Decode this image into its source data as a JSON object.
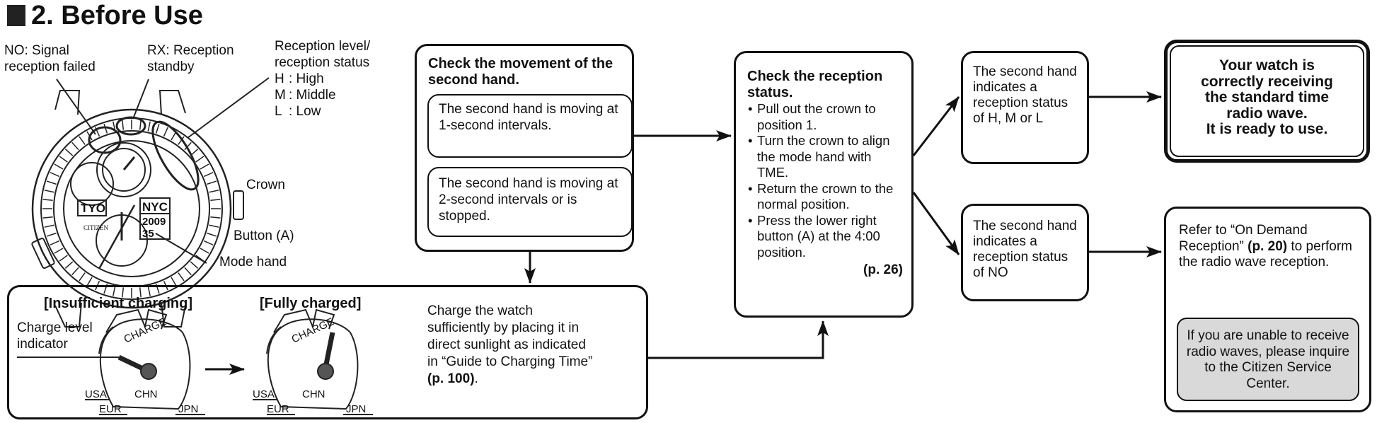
{
  "title": "2. Before Use",
  "watch": {
    "labels": {
      "no": [
        "NO: Signal",
        "reception failed"
      ],
      "rx": [
        "RX: Reception",
        "standby"
      ],
      "level": [
        "Reception level/",
        "reception status"
      ],
      "levels": [
        {
          "key": "H",
          "value": ": High"
        },
        {
          "key": "M",
          "value": ": Middle"
        },
        {
          "key": "L",
          "value": ": Low"
        }
      ],
      "crown": "Crown",
      "button": "Button (A)",
      "mode_hand": "Mode hand"
    },
    "dial_text": {
      "left_window": "TYO",
      "right_window": "NYC",
      "year": "2009",
      "seconds": "35",
      "brand": "CITIZEN"
    }
  },
  "check_movement": {
    "heading": "Check the movement of the second hand.",
    "option1": "The second hand is moving at 1-second intervals.",
    "option2": "The second hand is moving at 2-second intervals or is stopped."
  },
  "charging": {
    "insufficient_label": "[Insufficient charging]",
    "full_label": "[Fully charged]",
    "indicator_label": [
      "Charge level",
      "indicator"
    ],
    "gauge_text": {
      "charge": "CHARGE",
      "usa": "USA",
      "eur": "EUR",
      "chn": "CHN",
      "jpn": "JPN"
    },
    "instruction": "Charge the watch sufficiently by placing it in direct sunlight as indicated in “Guide to Charging Time”",
    "page_ref": "(p. 100)"
  },
  "reception_check": {
    "heading": "Check the reception status.",
    "steps": [
      "Pull out the crown to position 1.",
      "Turn the crown to align the mode hand with TME.",
      "Return the crown to the normal position.",
      "Press the lower right button (A) at the 4:00 position."
    ],
    "page_ref": "(p. 26)"
  },
  "status_hml": "The second hand indicates a reception status of H, M or L",
  "status_no": "The second hand indicates a reception status of NO",
  "ready": [
    "Your watch is",
    "correctly receiving",
    "the standard time",
    "radio wave.",
    "It is ready to use."
  ],
  "on_demand": {
    "pre": "Refer to “On Demand Reception”",
    "page_ref": "(p. 20)",
    "post": "to perform the radio wave reception.",
    "service_note": "If you are unable to receive radio waves, please inquire to the Citizen Service Center."
  },
  "colors": {
    "line": "#111111",
    "note_fill": "#d9d9d9"
  }
}
